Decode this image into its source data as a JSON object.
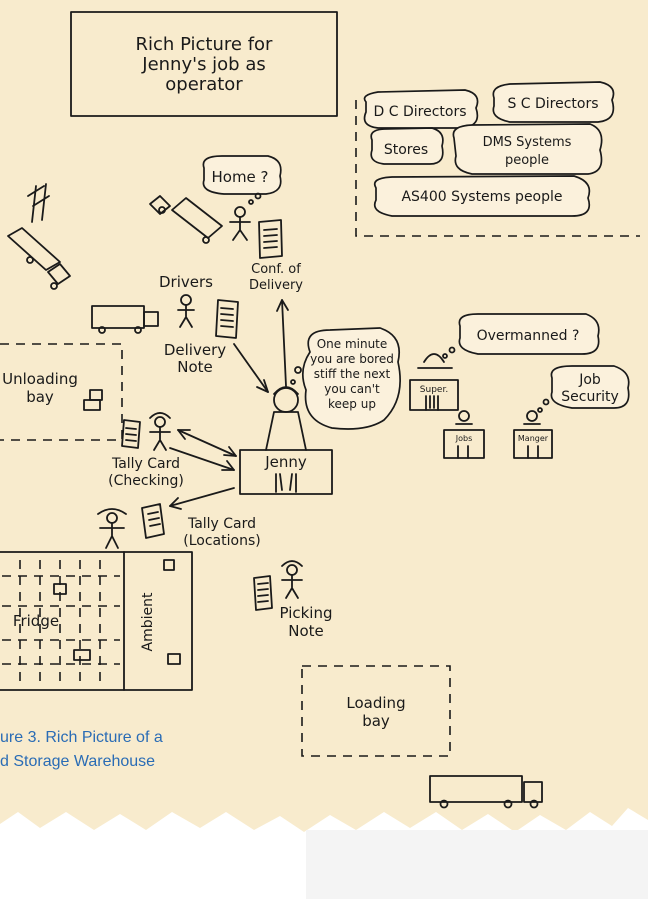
{
  "colors": {
    "paper": "#f8ebcd",
    "paper_edge": "#f3e0b8",
    "ink": "#1a1a1a",
    "caption": "#2a6cb5"
  },
  "title": {
    "line1": "Rich Picture for",
    "line2": "Jenny's job as",
    "line3": "operator"
  },
  "stakeholders": {
    "dc_directors": "D C Directors",
    "sc_directors": "S C Directors",
    "stores": "Stores",
    "dms_line1": "DMS Systems",
    "dms_line2": "people",
    "as400": "AS400 Systems people"
  },
  "thoughts": {
    "home": "Home ?",
    "overmanned": "Overmanned ?",
    "job_security_line1": "Job",
    "job_security_line2": "Security",
    "jenny_line1": "One minute",
    "jenny_line2": "you are bored",
    "jenny_line3": "stiff the next",
    "jenny_line4": "you can't",
    "jenny_line5": "keep up"
  },
  "labels": {
    "conf_line1": "Conf. of",
    "conf_line2": "Delivery",
    "drivers": "Drivers",
    "delivery_note_line1": "Delivery",
    "delivery_note_line2": "Note",
    "unloading_line1": "Unloading",
    "unloading_line2": "bay",
    "tally_checking_line1": "Tally Card",
    "tally_checking_line2": "(Checking)",
    "tally_locations_line1": "Tally Card",
    "tally_locations_line2": "(Locations)",
    "jenny": "Jenny",
    "super": "Super.",
    "jobs": "Jobs",
    "manager": "Manger",
    "fridge": "Fridge",
    "ambient": "Ambient",
    "picking_line1": "Picking",
    "picking_line2": "Note",
    "loading_line1": "Loading",
    "loading_line2": "bay"
  },
  "caption": {
    "line1": "ure 3. Rich Picture of a",
    "line2": "d Storage Warehouse"
  },
  "icons": [
    "lorry-icon",
    "stick-figure-icon",
    "document-icon",
    "thought-bubble-icon",
    "box-icon"
  ]
}
